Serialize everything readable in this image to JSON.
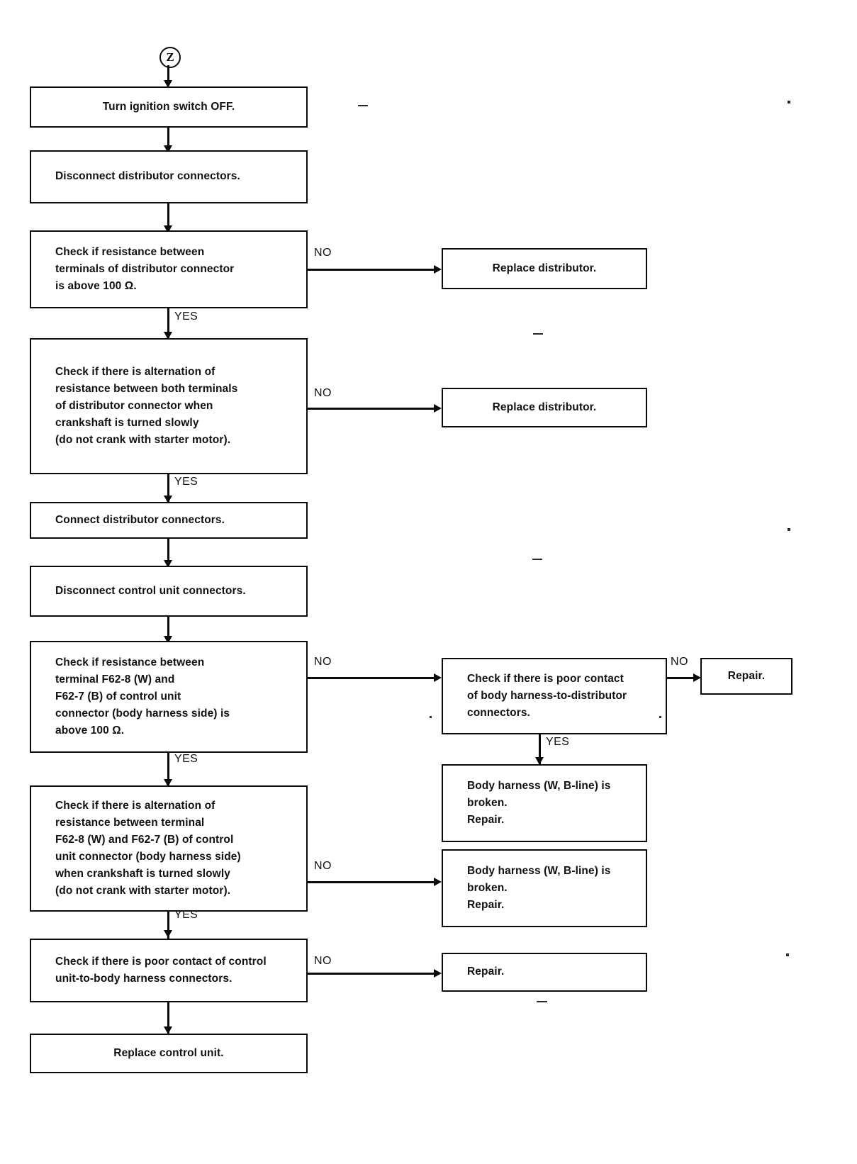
{
  "diagram": {
    "title": "Ignition / distributor diagnostic flowchart",
    "entry_connector": {
      "label": "Z",
      "name": "connector-z"
    },
    "edge_labels": {
      "yes": "YES",
      "no": "NO"
    },
    "nodes": [
      {
        "id": "n1",
        "name": "turn-ignition-switch-off",
        "text": "Turn ignition switch OFF.",
        "align": "center"
      },
      {
        "id": "n2",
        "name": "disconnect-distributor-connectors",
        "text": "Disconnect distributor connectors.",
        "align": "left"
      },
      {
        "id": "n3",
        "name": "check-distributor-resistance",
        "text": "Check if resistance between\nterminals of distributor connector\nis above 100 Ω.",
        "align": "left"
      },
      {
        "id": "n4",
        "name": "replace-distributor-1",
        "text": "Replace distributor.",
        "align": "center"
      },
      {
        "id": "n5",
        "name": "check-distributor-alternation",
        "text": "Check if there is alternation of\nresistance between both terminals\nof distributor connector when\ncrankshaft is turned slowly\n(do not crank with starter motor).",
        "align": "left"
      },
      {
        "id": "n6",
        "name": "replace-distributor-2",
        "text": "Replace distributor.",
        "align": "center"
      },
      {
        "id": "n7",
        "name": "connect-distributor-connectors",
        "text": "Connect distributor connectors.",
        "align": "left"
      },
      {
        "id": "n8",
        "name": "disconnect-control-unit-connectors",
        "text": "Disconnect control unit connectors.",
        "align": "left"
      },
      {
        "id": "n9",
        "name": "check-control-unit-resistance",
        "text": "Check if resistance between\nterminal F62-8 (W) and\nF62-7 (B) of control unit\nconnector (body harness side) is\nabove 100 Ω.",
        "align": "left"
      },
      {
        "id": "n10",
        "name": "check-poor-contact-body-harness-to-distributor",
        "text": "Check if there is poor contact\nof body harness-to-distributor\nconnectors.",
        "align": "left"
      },
      {
        "id": "n11",
        "name": "repair-1",
        "text": "Repair.",
        "align": "center"
      },
      {
        "id": "n12",
        "name": "body-harness-broken-repair-1",
        "text": "Body harness (W, B-line) is\nbroken.\nRepair.",
        "align": "left"
      },
      {
        "id": "n13",
        "name": "check-control-unit-alternation",
        "text": "Check if there is alternation of\nresistance between terminal\nF62-8 (W) and F62-7 (B) of control\nunit connector (body harness side)\nwhen crankshaft is turned slowly\n(do not crank with starter motor).",
        "align": "left"
      },
      {
        "id": "n14",
        "name": "body-harness-broken-repair-2",
        "text": "Body harness (W, B-line) is\nbroken.\nRepair.",
        "align": "left"
      },
      {
        "id": "n15",
        "name": "check-poor-contact-control-unit-to-body-harness",
        "text": "Check if there is poor contact of control\nunit-to-body harness connectors.",
        "align": "left"
      },
      {
        "id": "n16",
        "name": "repair-2",
        "text": "Repair.",
        "align": "left"
      },
      {
        "id": "n17",
        "name": "replace-control-unit",
        "text": "Replace control unit.",
        "align": "center"
      }
    ],
    "edges": [
      {
        "from": "n3",
        "to": "n4",
        "label": "NO"
      },
      {
        "from": "n3",
        "to": "n5",
        "label": "YES"
      },
      {
        "from": "n5",
        "to": "n6",
        "label": "NO"
      },
      {
        "from": "n5",
        "to": "n7",
        "label": "YES"
      },
      {
        "from": "n9",
        "to": "n10",
        "label": "NO"
      },
      {
        "from": "n9",
        "to": "n13",
        "label": "YES"
      },
      {
        "from": "n10",
        "to": "n11",
        "label": "NO"
      },
      {
        "from": "n10",
        "to": "n12",
        "label": "YES"
      },
      {
        "from": "n13",
        "to": "n14",
        "label": "NO"
      },
      {
        "from": "n13",
        "to": "n15",
        "label": "YES"
      },
      {
        "from": "n15",
        "to": "n16",
        "label": "NO"
      },
      {
        "from": "n15",
        "to": "n17",
        "label": ""
      }
    ]
  }
}
